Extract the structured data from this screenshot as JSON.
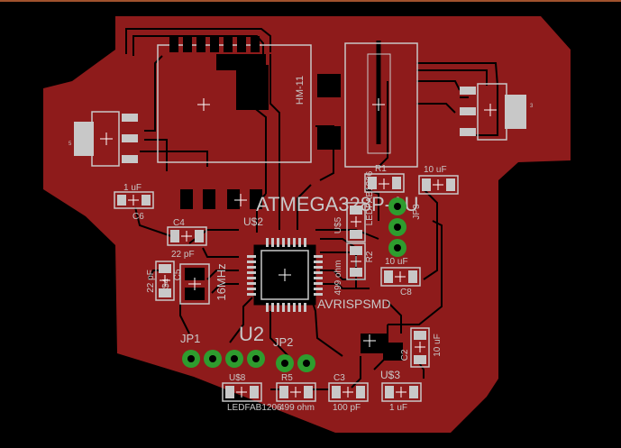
{
  "colors": {
    "background": "#000000",
    "copper": "#8e1b1b",
    "trace_gap": "#000000",
    "silkscreen": "#c8c8c8",
    "pad": "#c8c8c8",
    "via_green": "#2e9c2e",
    "origin_cross": "#ffffff",
    "top_edge": "#a0522d"
  },
  "labels": {
    "hm11": "HM-11",
    "atmega": "ATMEGA328P-AU",
    "u2_small": "U$2",
    "u2_big": "U2",
    "c1": "1 uF",
    "c6": "C6",
    "c4": "C4",
    "c4_val": "22 pF",
    "c5_val": "22 pF",
    "c5": "C5",
    "u4": "U$4",
    "xtal": "16MHz",
    "u5": "U$5",
    "led": "LEDFAB1206",
    "r1": "R1",
    "c10": "10 uF",
    "jp3": "JP3",
    "r2": "R2",
    "c8_val": "10 uF",
    "c8": "C8",
    "r2_val": "499 ohm",
    "avr": "AVRISPSMD",
    "jp1": "JP1",
    "jp2": "JP2",
    "c2_val": "10 uF",
    "c2": "C2",
    "u8": "U$8",
    "u8_val": "LEDFAB1206",
    "r5": "R5",
    "r5_val": "499 ohm",
    "c3": "C3",
    "c3_val": "100 pF",
    "u3": "U$3",
    "u3_val": "1 uF",
    "s_left": "5",
    "s_right": "3"
  }
}
